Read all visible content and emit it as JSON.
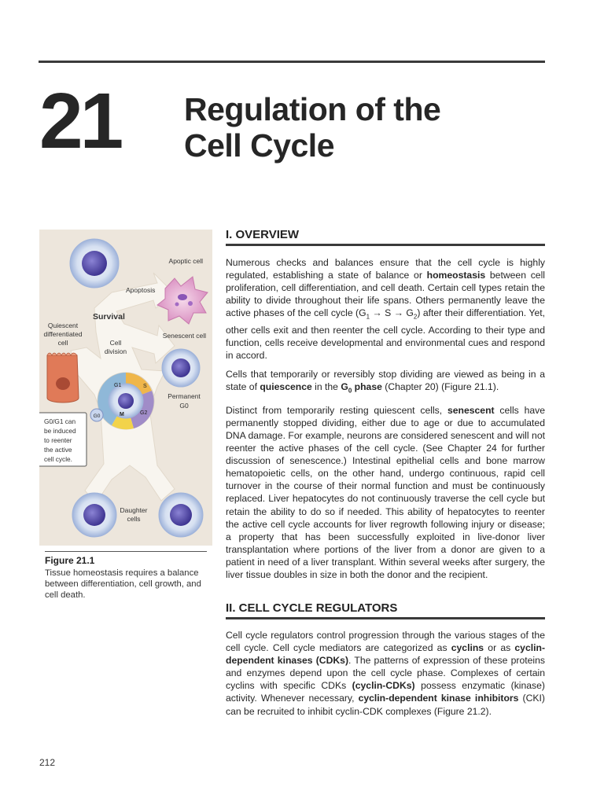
{
  "chapter": {
    "number": "21",
    "title_line1": "Regulation of the",
    "title_line2": "Cell Cycle"
  },
  "figure": {
    "labels": {
      "apoptic_cell": "Apoptic cell",
      "apoptosis": "Apoptosis",
      "survival": "Survival",
      "quiescent_1": "Quiescent",
      "quiescent_2": "differentiated",
      "quiescent_3": "cell",
      "cell_division_1": "Cell",
      "cell_division_2": "division",
      "senescent_cell": "Senescent cell",
      "permanent_1": "Permanent",
      "permanent_2": "G0",
      "g1": "G1",
      "s": "S",
      "g2": "G2",
      "m": "M",
      "g0": "G0",
      "callout_1": "G0/G1 can",
      "callout_2": "be induced",
      "callout_3": "to reenter",
      "callout_4": "the active",
      "callout_5": "cell cycle.",
      "daughter_1": "Daughter",
      "daughter_2": "cells"
    },
    "title": "Figure 21.1",
    "caption": "Tissue homeostasis requires a balance between differentiation, cell growth, and cell death."
  },
  "section1": {
    "heading": "I. OVERVIEW",
    "p1": {
      "a": "Numerous checks and balances ensure that the cell cycle is highly regulated, establishing a state of balance or ",
      "b": "homeostasis",
      "c": " between cell proliferation, cell differentiation, and cell death. Certain cell types retain the ability to divide throughout their life spans. Others permanently leave the active phases of the cell cycle (G",
      "sub1": "1",
      "d": " → S → G",
      "sub2": "2",
      "e": ") after their differentiation. Yet, other cells exit and then reenter the cell cycle. According to their type and function, cells receive developmental and environmental cues and respond in accord."
    },
    "p2": {
      "a": "Cells that temporarily or reversibly stop dividing are viewed as being in a state of ",
      "b": "quiescence",
      "c": " in the ",
      "d": "G",
      "sub": "0",
      "e": " phase",
      "f": " (Chapter 20) (Figure 21.1)."
    },
    "p3": {
      "a": "Distinct from temporarily resting quiescent cells, ",
      "b": "senescent",
      "c": " cells have permanently stopped dividing, either due to age or due to accumulated DNA damage. For example, neurons are considered senescent and will not reenter the active phases of the cell cycle. (See Chapter 24 for further discussion of senescence.) Intestinal epithelial cells and bone marrow hematopoietic cells, on the other hand, undergo continuous, rapid cell turnover in the course of their normal function and must be continuously replaced. Liver hepatocytes do not continuously traverse the cell cycle but retain the ability to do so if needed. This ability of hepatocytes to reenter the active cell cycle accounts for liver regrowth following injury or disease; a property that has been successfully exploited in live-donor liver transplantation where portions of the liver from a donor are given to a patient in need of a liver transplant. Within several weeks after surgery, the liver tissue doubles in size in both the donor and the recipient."
    }
  },
  "section2": {
    "heading": "II. CELL CYCLE REGULATORS",
    "p1": {
      "a": "Cell cycle regulators control progression through the various stages of the cell cycle. Cell cycle mediators are categorized as ",
      "b": "cyclins",
      "c": " or as ",
      "d": "cyclin-dependent kinases (CDKs)",
      "e": ". The patterns of expression of these proteins and enzymes depend upon the cell cycle phase. Complexes of certain cyclins with specific CDKs ",
      "f": "(cyclin-CDKs)",
      "g": " possess enzymatic (kinase) activity. Whenever necessary, ",
      "h": "cyclin-dependent kinase inhibitors",
      "i": " (CKI) can be recruited to inhibit cyclin-CDK complexes (Figure 21.2)."
    }
  },
  "page_number": "212",
  "colors": {
    "rule": "#3a3a3a",
    "figure_bg": "#ede6dc",
    "arrow": "#f8f5ef",
    "nucleus": "#5a4fae",
    "cell_ring": "#b9c8e6",
    "cycle_g1": "#8fb8d8",
    "cycle_s": "#efb64a",
    "cycle_g2": "#a08cc8",
    "cycle_m": "#f2d34a"
  }
}
